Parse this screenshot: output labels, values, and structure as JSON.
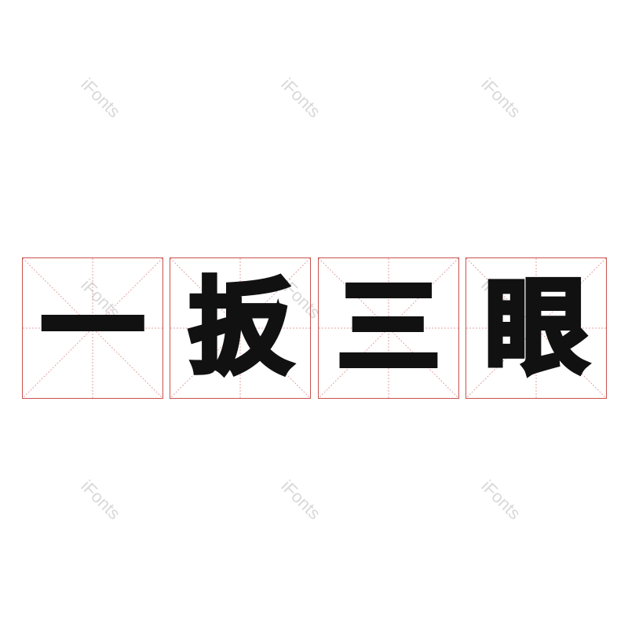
{
  "watermark_text": "iFonts",
  "characters": [
    "一",
    "扳",
    "三",
    "眼"
  ],
  "colors": {
    "grid_border": "#c8524e",
    "guide_lines": "#e0a3a0",
    "glyph": "#111111",
    "watermark": "#d9d9d9"
  }
}
